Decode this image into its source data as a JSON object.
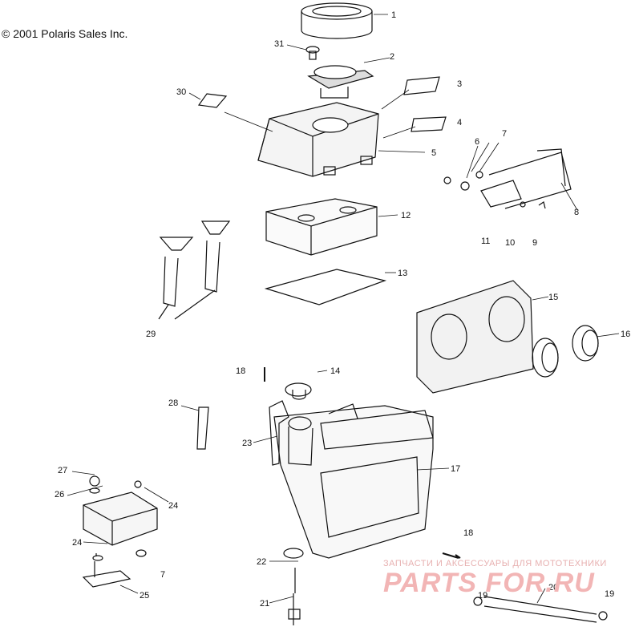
{
  "copyright": "© 2001 Polaris Sales Inc.",
  "watermark": {
    "tagline": "ЗАПЧАСТИ И АКСЕССУАРЫ ДЛЯ МОТОТЕХНИКИ",
    "logo": "PARTS FOR.RU"
  },
  "callouts": [
    "1",
    "2",
    "3",
    "4",
    "5",
    "6",
    "7",
    "8",
    "9",
    "10",
    "11",
    "12",
    "13",
    "14",
    "15",
    "16",
    "17",
    "18",
    "18",
    "19",
    "19",
    "20",
    "21",
    "22",
    "23",
    "24",
    "24",
    "25",
    "26",
    "27",
    "28",
    "29",
    "30",
    "31",
    "7"
  ],
  "colors": {
    "line": "#111111",
    "watermark": "#f2b5b5"
  }
}
